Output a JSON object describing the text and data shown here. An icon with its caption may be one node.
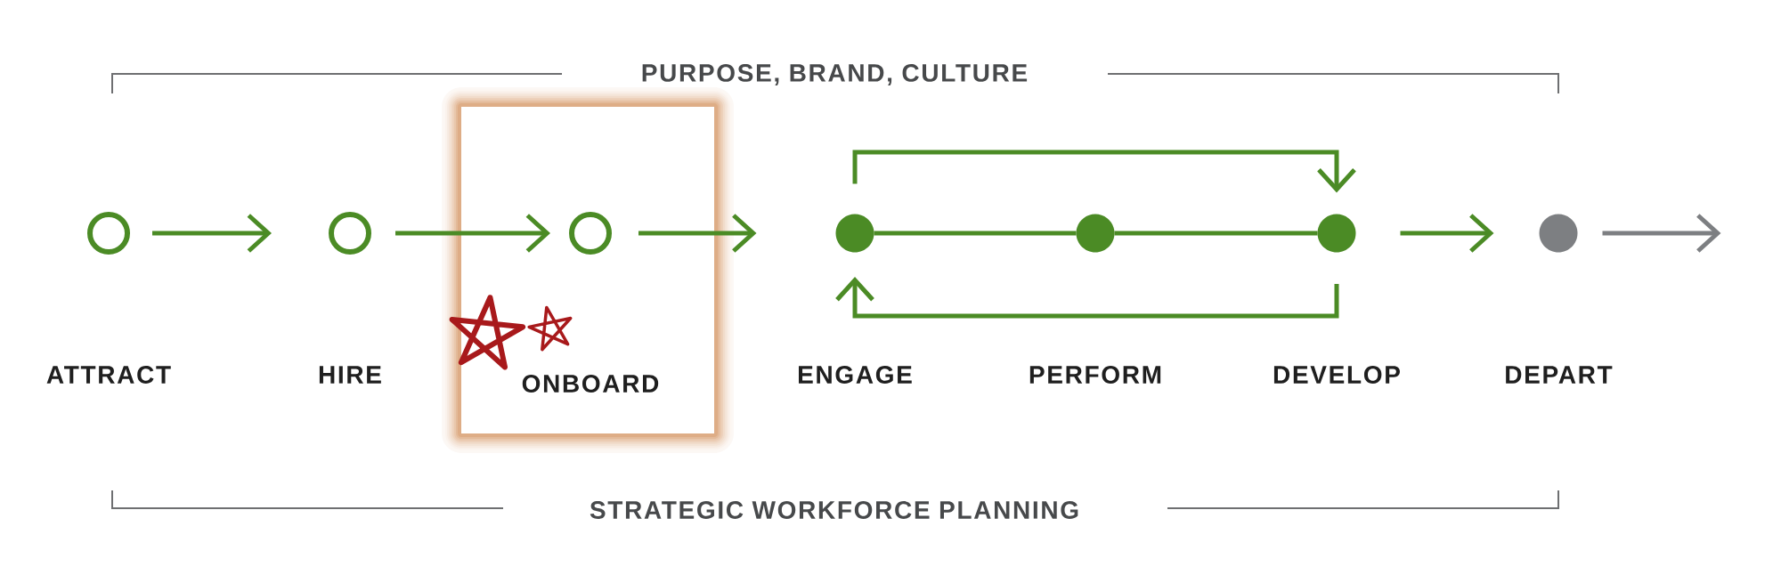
{
  "diagram": {
    "nodes": [
      {
        "text": [
          "ATTRACT"
        ]
      },
      {
        "text": [
          "HIRE"
        ]
      },
      {
        "text": [],
        "shape": "box"
      },
      {
        "text": [
          "ONBOARD"
        ],
        "in": 2
      },
      {
        "text": [
          "ENGAGE"
        ]
      },
      {
        "text": [
          "PERFORM"
        ]
      },
      {
        "text": [
          "DEVELOP"
        ]
      },
      {
        "text": [
          "DEPART"
        ]
      }
    ],
    "edges": [
      {
        "from": 0,
        "to": 1,
        "arrow": "to"
      },
      {
        "from": 1,
        "to": 3,
        "arrow": "to"
      },
      {
        "from": 3,
        "to": 4,
        "arrow": "to"
      },
      {
        "from": 4,
        "to": 5,
        "arrow": "none"
      },
      {
        "from": 5,
        "to": 6,
        "arrow": "none"
      },
      {
        "from": 4,
        "to": 6,
        "arrow": "to"
      },
      {
        "from": 6,
        "to": 4,
        "arrow": "to"
      },
      {
        "from": 6,
        "to": 7,
        "arrow": "to"
      },
      {
        "from": 7,
        "to": null,
        "arrow": "to",
        "color": "#7d7f82"
      }
    ],
    "labels": [
      "PURPOSE, BRAND, CULTURE",
      "STRATEGIC WORKFORCE PLANNING"
    ]
  }
}
